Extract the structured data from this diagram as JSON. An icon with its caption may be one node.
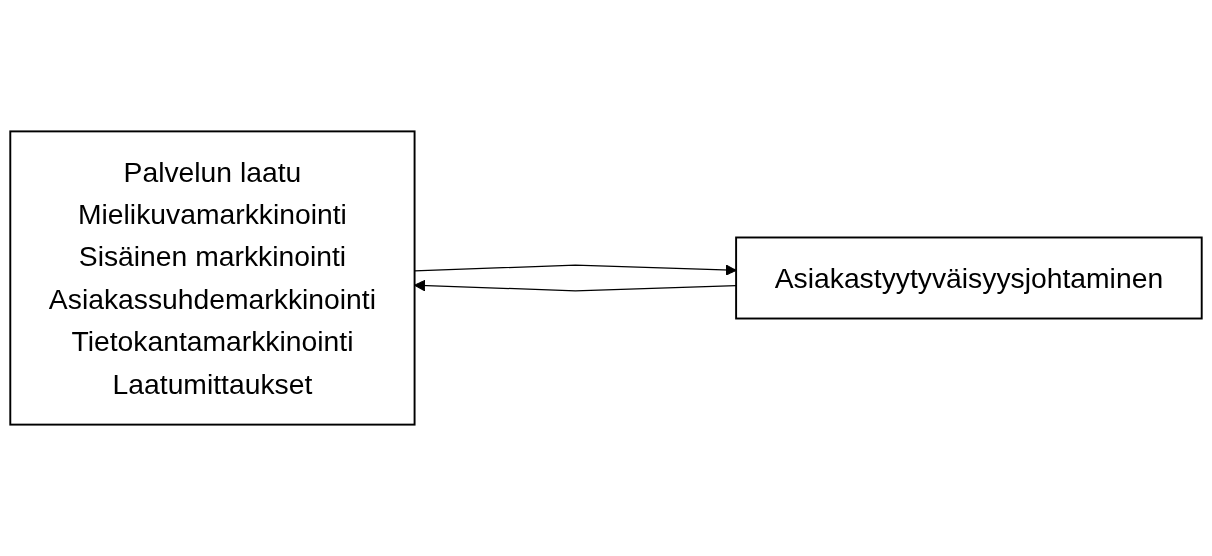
{
  "diagram": {
    "nodes": [
      {
        "text": [
          "Palvelun laatu",
          "Mielikuvamarkkinointi",
          "Sisäinen markkinointi",
          "Asiakassuhdemarkkinointi",
          "Tietokantamarkkinointi",
          "Laatumittaukset"
        ]
      },
      {
        "text": [
          "Asiakastyytyväisyysjohtaminen"
        ]
      }
    ],
    "edges": [
      {
        "from": 1,
        "to": 0,
        "arrow": "to"
      },
      {
        "from": 0,
        "to": 1,
        "arrow": "to"
      }
    ]
  }
}
